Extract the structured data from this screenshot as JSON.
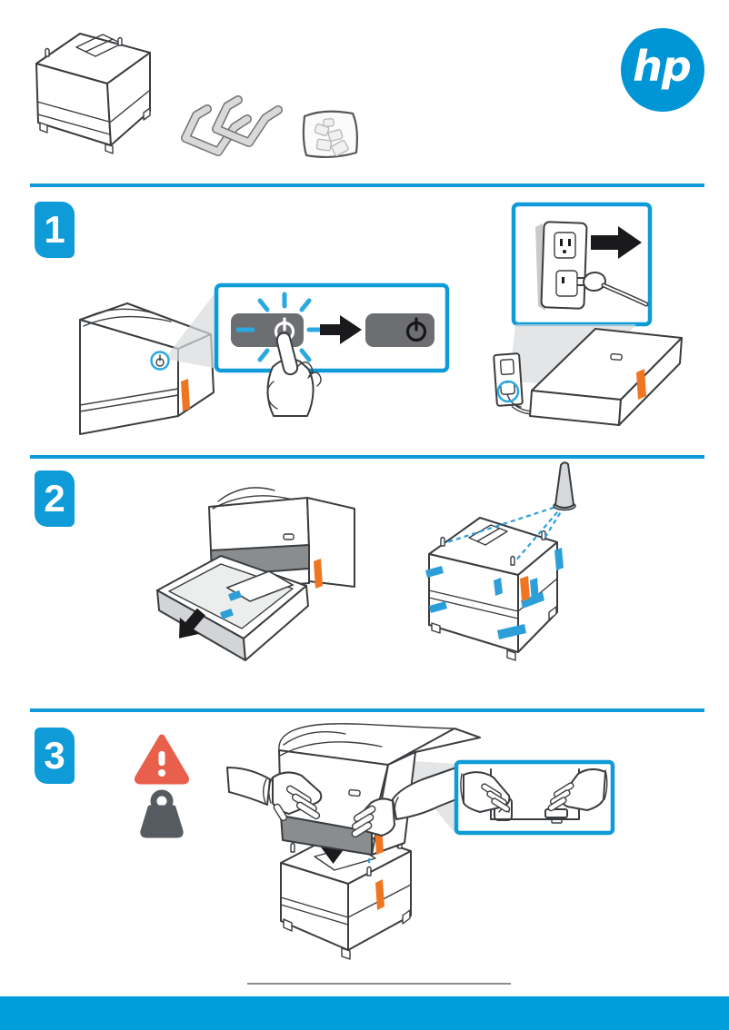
{
  "header": {
    "logo_text": "hp",
    "kit_items": [
      {
        "name": "printer-stand"
      },
      {
        "name": "mounting-brackets"
      },
      {
        "name": "screw-bag"
      }
    ]
  },
  "steps": [
    {
      "number": "1"
    },
    {
      "number": "2"
    },
    {
      "number": "3"
    }
  ],
  "icons": {
    "warning": "warning-triangle",
    "weight": "heavy-object",
    "power": "power-symbol",
    "arrow_right": "solid-arrow-right",
    "arrow_down": "solid-arrow-down"
  },
  "colors": {
    "accent_blue": "#0f9bd7",
    "hp_blue": "#0096d6",
    "footer_blue": "#009fdb",
    "ray_blue": "#2aa9e0",
    "tape_blue": "#2d9fd8",
    "tape_orange": "#ee7623",
    "warning_red": "#e8604c",
    "icon_gray": "#565b61",
    "ink": "#3a3d40",
    "button_gray": "#6d6e71",
    "band_gray": "#8a8c8e",
    "beam_gray": "#d9dadc",
    "metal_gray": "#d9d9d9"
  }
}
